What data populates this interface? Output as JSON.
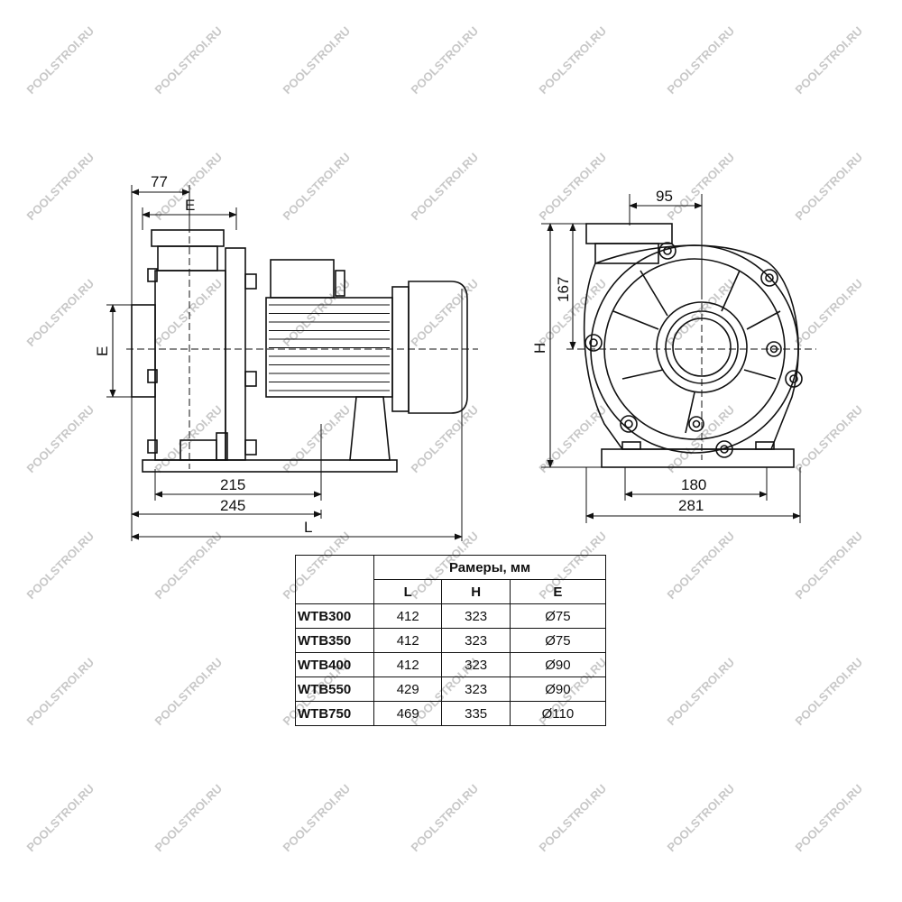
{
  "watermark": "POOLSTROI.RU",
  "side_view": {
    "dim_77": "77",
    "dim_E_top": "E",
    "dim_E_left": "E",
    "dim_215": "215",
    "dim_245": "245",
    "dim_L": "L"
  },
  "front_view": {
    "dim_95": "95",
    "dim_167": "167",
    "dim_H": "H",
    "dim_180": "180",
    "dim_281": "281"
  },
  "table": {
    "title": "Рамеры, мм",
    "headers": [
      "L",
      "H",
      "E"
    ],
    "rows": [
      {
        "model": "WTB300",
        "L": "412",
        "H": "323",
        "E": "Ø75"
      },
      {
        "model": "WTB350",
        "L": "412",
        "H": "323",
        "E": "Ø75"
      },
      {
        "model": "WTB400",
        "L": "412",
        "H": "323",
        "E": "Ø90"
      },
      {
        "model": "WTB550",
        "L": "429",
        "H": "323",
        "E": "Ø90"
      },
      {
        "model": "WTB750",
        "L": "469",
        "H": "335",
        "E": "Ø110"
      }
    ]
  },
  "colors": {
    "line": "#111111",
    "watermark": "#c8c8c8"
  }
}
